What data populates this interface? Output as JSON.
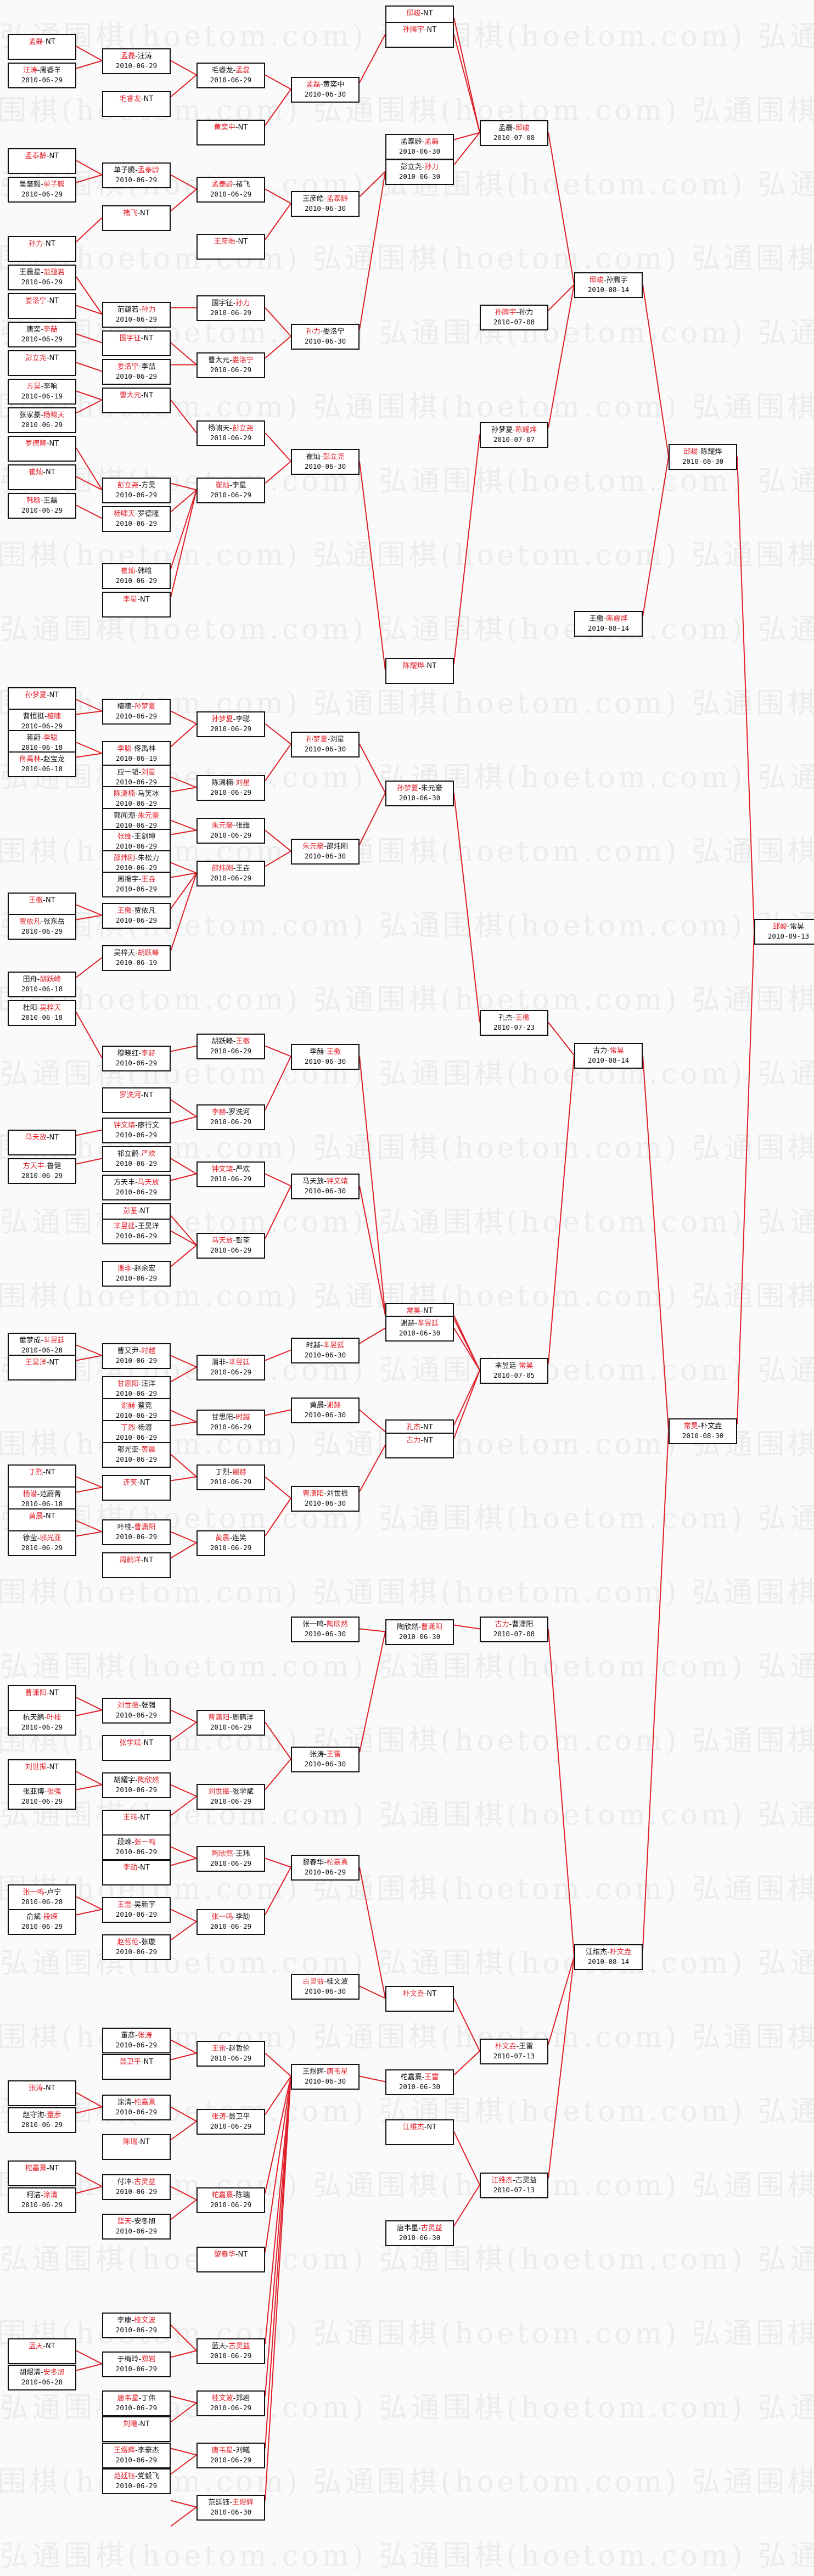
{
  "watermark": "弘通围棋(hoetom.com)",
  "colors": {
    "winner": "#e0202a",
    "line": "#e0202a",
    "text": "#111111",
    "border": "#111111"
  },
  "matches": {
    "r1": [
      {
        "a": "孟磊",
        "b": "NT",
        "w": 0,
        "d": ""
      },
      {
        "a": "汪涛",
        "b": "周睿羊",
        "w": 0,
        "d": "2010-06-29"
      },
      {
        "a": "孟泰龄",
        "b": "NT",
        "w": 0,
        "d": ""
      },
      {
        "a": "吴肇毅",
        "b": "单子腾",
        "w": 1,
        "d": "2010-06-29"
      },
      {
        "a": "孙力",
        "b": "NT",
        "w": 0,
        "d": ""
      },
      {
        "a": "王晨星",
        "b": "范蕴若",
        "w": 1,
        "d": "2010-06-29"
      },
      {
        "a": "娄洛宁",
        "b": "NT",
        "w": 0,
        "d": ""
      },
      {
        "a": "唐奕",
        "b": "李喆",
        "w": 1,
        "d": "2010-06-29"
      },
      {
        "a": "彭立尧",
        "b": "NT",
        "w": 0,
        "d": ""
      },
      {
        "a": "方昊",
        "b": "李响",
        "w": 0,
        "d": "2010-06-19"
      },
      {
        "a": "张家豪",
        "b": "杨啸天",
        "w": 1,
        "d": "2010-06-29"
      },
      {
        "a": "罗德隆",
        "b": "NT",
        "w": 0,
        "d": ""
      },
      {
        "a": "崔灿",
        "b": "NT",
        "w": 0,
        "d": ""
      },
      {
        "a": "韩晗",
        "b": "王磊",
        "w": 0,
        "d": "2010-06-29"
      },
      {
        "a": "孙梦夏",
        "b": "NT",
        "w": 0,
        "d": ""
      },
      {
        "a": "曹恒挺",
        "b": "檀啸",
        "w": 1,
        "d": "2010-06-29"
      },
      {
        "a": "蒋蔚",
        "b": "李聪",
        "w": 1,
        "d": "2010-06-18"
      },
      {
        "a": "佟禹林",
        "b": "赵宝龙",
        "w": 0,
        "d": "2010-06-18"
      },
      {
        "a": "王檄",
        "b": "NT",
        "w": 0,
        "d": ""
      },
      {
        "a": "贾依凡",
        "b": "张东岳",
        "w": 0,
        "d": "2010-06-29"
      },
      {
        "a": "田舟",
        "b": "胡跃峰",
        "w": 1,
        "d": "2010-06-18"
      },
      {
        "a": "杜阳",
        "b": "吴梓天",
        "w": 1,
        "d": "2010-06-18"
      },
      {
        "a": "马天放",
        "b": "NT",
        "w": 0,
        "d": ""
      },
      {
        "a": "方天丰",
        "b": "鲁健",
        "w": 0,
        "d": "2010-06-29"
      },
      {
        "a": "童梦成",
        "b": "芈昱廷",
        "w": 1,
        "d": "2010-06-28"
      },
      {
        "a": "王昊洋",
        "b": "NT",
        "w": 0,
        "d": ""
      },
      {
        "a": "丁烈",
        "b": "NT",
        "w": 0,
        "d": ""
      },
      {
        "a": "杨潜",
        "b": "范蔚菁",
        "w": 0,
        "d": "2010-06-18"
      },
      {
        "a": "黄晨",
        "b": "NT",
        "w": 0,
        "d": ""
      },
      {
        "a": "徐莹",
        "b": "邬光亚",
        "w": 1,
        "d": "2010-06-29"
      },
      {
        "a": "曹潇阳",
        "b": "NT",
        "w": 0,
        "d": ""
      },
      {
        "a": "杭天鹏",
        "b": "叶桂",
        "w": 1,
        "d": "2010-06-29"
      },
      {
        "a": "刘世振",
        "b": "NT",
        "w": 0,
        "d": ""
      },
      {
        "a": "张亚博",
        "b": "张强",
        "w": 1,
        "d": "2010-06-29"
      },
      {
        "a": "张一鸣",
        "b": "卢宁",
        "w": 0,
        "d": "2010-06-28"
      },
      {
        "a": "俞斌",
        "b": "段嵘",
        "w": 1,
        "d": "2010-06-29"
      },
      {
        "a": "张涛",
        "b": "NT",
        "w": 0,
        "d": ""
      },
      {
        "a": "赵守洵",
        "b": "董彦",
        "w": 1,
        "d": "2010-06-29"
      },
      {
        "a": "柁嘉熹",
        "b": "NT",
        "w": 0,
        "d": ""
      },
      {
        "a": "柯洁",
        "b": "涂清",
        "w": 1,
        "d": "2010-06-29"
      },
      {
        "a": "蓝天",
        "b": "NT",
        "w": 0,
        "d": ""
      },
      {
        "a": "胡煜清",
        "b": "安冬旭",
        "w": 1,
        "d": "2010-06-28"
      }
    ],
    "r2": [
      {
        "a": "孟磊",
        "b": "汪涛",
        "w": 0,
        "d": "2010-06-29"
      },
      {
        "a": "毛睿龙",
        "b": "NT",
        "w": 0,
        "d": ""
      },
      {
        "a": "单子腾",
        "b": "孟泰龄",
        "w": 1,
        "d": "2010-06-29"
      },
      {
        "a": "褚飞",
        "b": "NT",
        "w": 0,
        "d": ""
      },
      {
        "a": "范蕴若",
        "b": "孙力",
        "w": 1,
        "d": "2010-06-29"
      },
      {
        "a": "国宇征",
        "b": "NT",
        "w": 0,
        "d": ""
      },
      {
        "a": "娄洛宁",
        "b": "李喆",
        "w": 0,
        "d": "2010-06-29"
      },
      {
        "a": "曹大元",
        "b": "NT",
        "w": 0,
        "d": ""
      },
      {
        "a": "彭立尧",
        "b": "方昊",
        "w": 0,
        "d": "2010-06-29"
      },
      {
        "a": "杨啸天",
        "b": "罗德隆",
        "w": 0,
        "d": "2010-06-29"
      },
      {
        "a": "崔灿",
        "b": "韩晗",
        "w": 0,
        "d": "2010-06-29"
      },
      {
        "a": "李星",
        "b": "NT",
        "w": 0,
        "d": ""
      },
      {
        "a": "檀啸",
        "b": "孙梦夏",
        "w": 1,
        "d": "2010-06-29"
      },
      {
        "a": "李聪",
        "b": "佟禹林",
        "w": 0,
        "d": "2010-06-19"
      },
      {
        "a": "应一韬",
        "b": "刘星",
        "w": 1,
        "d": "2010-06-29"
      },
      {
        "a": "陈潇楠",
        "b": "马笑冰",
        "w": 0,
        "d": "2010-06-29"
      },
      {
        "a": "郭闻潮",
        "b": "朱元豪",
        "w": 1,
        "d": "2010-06-29"
      },
      {
        "a": "张维",
        "b": "王剑坤",
        "w": 0,
        "d": "2010-06-29"
      },
      {
        "a": "邵炜刚",
        "b": "朱松力",
        "w": 0,
        "d": "2010-06-29"
      },
      {
        "a": "周振宇",
        "b": "王垚",
        "w": 1,
        "d": "2010-06-29"
      },
      {
        "a": "王檄",
        "b": "贾依凡",
        "w": 0,
        "d": "2010-06-29"
      },
      {
        "a": "吴梓天",
        "b": "胡跃峰",
        "w": 1,
        "d": "2010-06-19"
      },
      {
        "a": "穆晓红",
        "b": "李赫",
        "w": 1,
        "d": "2010-06-29"
      },
      {
        "a": "罗洗河",
        "b": "NT",
        "w": 0,
        "d": ""
      },
      {
        "a": "钟文靖",
        "b": "廖行文",
        "w": 0,
        "d": "2010-06-29"
      },
      {
        "a": "祁立鹤",
        "b": "严欢",
        "w": 1,
        "d": "2010-06-29"
      },
      {
        "a": "方天丰",
        "b": "马天放",
        "w": 1,
        "d": "2010-06-29"
      },
      {
        "a": "彭荃",
        "b": "NT",
        "w": 0,
        "d": ""
      },
      {
        "a": "芈昱廷",
        "b": "王昊洋",
        "w": 0,
        "d": "2010-06-29"
      },
      {
        "a": "潘非",
        "b": "赵余宏",
        "w": 0,
        "d": "2010-06-29"
      },
      {
        "a": "曹又尹",
        "b": "时越",
        "w": 1,
        "d": "2010-06-29"
      },
      {
        "a": "甘思阳",
        "b": "汪洋",
        "w": 0,
        "d": "2010-06-29"
      },
      {
        "a": "谢赫",
        "b": "蔡竞",
        "w": 0,
        "d": "2010-06-29"
      },
      {
        "a": "丁烈",
        "b": "杨潜",
        "w": 0,
        "d": "2010-06-29"
      },
      {
        "a": "邬光亚",
        "b": "黄晨",
        "w": 1,
        "d": "2010-06-29"
      },
      {
        "a": "连笑",
        "b": "NT",
        "w": 0,
        "d": ""
      },
      {
        "a": "叶桂",
        "b": "曹潇阳",
        "w": 1,
        "d": "2010-06-29"
      },
      {
        "a": "周鹤洋",
        "b": "NT",
        "w": 0,
        "d": ""
      },
      {
        "a": "刘世振",
        "b": "张强",
        "w": 0,
        "d": "2010-06-29"
      },
      {
        "a": "张学斌",
        "b": "NT",
        "w": 0,
        "d": ""
      },
      {
        "a": "胡耀宇",
        "b": "陶欣然",
        "w": 1,
        "d": "2010-06-29"
      },
      {
        "a": "王玮",
        "b": "NT",
        "w": 0,
        "d": ""
      },
      {
        "a": "段嵘",
        "b": "张一鸣",
        "w": 1,
        "d": "2010-06-29"
      },
      {
        "a": "李劼",
        "b": "NT",
        "w": 0,
        "d": ""
      },
      {
        "a": "王雷",
        "b": "吴新宇",
        "w": 0,
        "d": "2010-06-29"
      },
      {
        "a": "赵哲伦",
        "b": "张璇",
        "w": 0,
        "d": "2010-06-29"
      },
      {
        "a": "董彦",
        "b": "张涛",
        "w": 1,
        "d": "2010-06-29"
      },
      {
        "a": "聂卫平",
        "b": "NT",
        "w": 0,
        "d": ""
      },
      {
        "a": "涂清",
        "b": "柁嘉熹",
        "w": 1,
        "d": "2010-06-29"
      },
      {
        "a": "陈瑞",
        "b": "NT",
        "w": 0,
        "d": ""
      },
      {
        "a": "付冲",
        "b": "古灵益",
        "w": 1,
        "d": "2010-06-29"
      },
      {
        "a": "蓝天",
        "b": "安冬旭",
        "w": 0,
        "d": "2010-06-29"
      },
      {
        "a": "李康",
        "b": "桂文波",
        "w": 1,
        "d": "2010-06-29"
      },
      {
        "a": "于梅玲",
        "b": "郑岩",
        "w": 1,
        "d": "2010-06-29"
      },
      {
        "a": "唐韦星",
        "b": "丁伟",
        "w": 0,
        "d": "2010-06-29"
      },
      {
        "a": "刘曦",
        "b": "NT",
        "w": 0,
        "d": ""
      },
      {
        "a": "王煜辉",
        "b": "李豪杰",
        "w": 0,
        "d": "2010-06-29"
      },
      {
        "a": "范廷钰",
        "b": "党毅飞",
        "w": 0,
        "d": "2010-06-29"
      }
    ],
    "r3": [
      {
        "a": "毛睿龙",
        "b": "孟磊",
        "w": 1,
        "d": "2010-06-29"
      },
      {
        "a": "黄奕中",
        "b": "NT",
        "w": 0,
        "d": ""
      },
      {
        "a": "孟泰龄",
        "b": "褚飞",
        "w": 0,
        "d": "2010-06-29"
      },
      {
        "a": "王彦皓",
        "b": "NT",
        "w": 0,
        "d": ""
      },
      {
        "a": "国宇征",
        "b": "孙力",
        "w": 1,
        "d": "2010-06-29"
      },
      {
        "a": "曹大元",
        "b": "娄洛宁",
        "w": 1,
        "d": "2010-06-29"
      },
      {
        "a": "杨啸天",
        "b": "彭立尧",
        "w": 1,
        "d": "2010-06-29"
      },
      {
        "a": "崔灿",
        "b": "李星",
        "w": 0,
        "d": "2010-06-29"
      },
      {
        "a": "孙梦夏",
        "b": "李聪",
        "w": 0,
        "d": "2010-06-29"
      },
      {
        "a": "陈潇楠",
        "b": "刘星",
        "w": 1,
        "d": "2010-06-29"
      },
      {
        "a": "朱元豪",
        "b": "张维",
        "w": 0,
        "d": "2010-06-29"
      },
      {
        "a": "邵炜刚",
        "b": "王垚",
        "w": 0,
        "d": "2010-06-29"
      },
      {
        "a": "胡跃峰",
        "b": "王檄",
        "w": 1,
        "d": "2010-06-29"
      },
      {
        "a": "李赫",
        "b": "罗洗河",
        "w": 0,
        "d": "2010-06-29"
      },
      {
        "a": "钟文靖",
        "b": "严欢",
        "w": 0,
        "d": "2010-06-29"
      },
      {
        "a": "马天放",
        "b": "彭荃",
        "w": 0,
        "d": "2010-06-29"
      },
      {
        "a": "潘非",
        "b": "芈昱廷",
        "w": 1,
        "d": "2010-06-29"
      },
      {
        "a": "甘思阳",
        "b": "时越",
        "w": 1,
        "d": "2010-06-29"
      },
      {
        "a": "丁烈",
        "b": "谢赫",
        "w": 1,
        "d": "2010-06-29"
      },
      {
        "a": "黄晨",
        "b": "连笑",
        "w": 0,
        "d": "2010-06-29"
      },
      {
        "a": "曹潇阳",
        "b": "周鹤洋",
        "w": 0,
        "d": "2010-06-29"
      },
      {
        "a": "刘世振",
        "b": "张学斌",
        "w": 0,
        "d": "2010-06-29"
      },
      {
        "a": "陶欣然",
        "b": "王玮",
        "w": 0,
        "d": "2010-06-29"
      },
      {
        "a": "张一鸣",
        "b": "李劼",
        "w": 0,
        "d": "2010-06-29"
      },
      {
        "a": "王雷",
        "b": "赵哲伦",
        "w": 0,
        "d": "2010-06-29"
      },
      {
        "a": "张涛",
        "b": "聂卫平",
        "w": 0,
        "d": "2010-06-29"
      },
      {
        "a": "柁嘉熹",
        "b": "陈瑞",
        "w": 0,
        "d": "2010-06-29"
      },
      {
        "a": "黎春华",
        "b": "NT",
        "w": 0,
        "d": ""
      },
      {
        "a": "蓝天",
        "b": "古灵益",
        "w": 1,
        "d": "2010-06-29"
      },
      {
        "a": "桂文波",
        "b": "郑岩",
        "w": 0,
        "d": "2010-06-29"
      },
      {
        "a": "唐韦星",
        "b": "刘曦",
        "w": 0,
        "d": "2010-06-29"
      },
      {
        "a": "范廷钰",
        "b": "王煜辉",
        "w": 1,
        "d": "2010-06-30"
      }
    ],
    "r4": [
      {
        "a": "孟磊",
        "b": "黄奕中",
        "w": 0,
        "d": "2010-06-30"
      },
      {
        "a": "王彦皓",
        "b": "孟泰龄",
        "w": 1,
        "d": "2010-06-30"
      },
      {
        "a": "孙力",
        "b": "娄洛宁",
        "w": 0,
        "d": "2010-06-30"
      },
      {
        "a": "崔灿",
        "b": "彭立尧",
        "w": 1,
        "d": "2010-06-30"
      },
      {
        "a": "孙梦夏",
        "b": "刘星",
        "w": 0,
        "d": "2010-06-30"
      },
      {
        "a": "朱元豪",
        "b": "邵炜刚",
        "w": 0,
        "d": "2010-06-30"
      },
      {
        "a": "李赫",
        "b": "王檄",
        "w": 1,
        "d": "2010-06-30"
      },
      {
        "a": "马天放",
        "b": "钟文靖",
        "w": 1,
        "d": "2010-06-30"
      },
      {
        "a": "时越",
        "b": "芈昱廷",
        "w": 1,
        "d": "2010-06-30"
      },
      {
        "a": "黄晨",
        "b": "谢赫",
        "w": 1,
        "d": "2010-06-30"
      },
      {
        "a": "曹潇阳",
        "b": "刘世振",
        "w": 0,
        "d": "2010-06-30"
      },
      {
        "a": "张一鸣",
        "b": "陶欣然",
        "w": 1,
        "d": "2010-06-30"
      },
      {
        "a": "张涛",
        "b": "王雷",
        "w": 1,
        "d": "2010-06-30"
      },
      {
        "a": "黎春华",
        "b": "柁嘉熹",
        "w": 1,
        "d": "2010-06-29"
      },
      {
        "a": "古灵益",
        "b": "桂文波",
        "w": 0,
        "d": "2010-06-30"
      },
      {
        "a": "王煜辉",
        "b": "唐韦星",
        "w": 1,
        "d": "2010-06-30"
      }
    ],
    "r5": [
      {
        "a": "邱峻",
        "b": "NT",
        "w": 0,
        "d": ""
      },
      {
        "a": "孟泰龄",
        "b": "孟磊",
        "w": 1,
        "d": "2010-06-30"
      },
      {
        "a": "孙腾宇",
        "b": "NT",
        "w": 0,
        "d": ""
      },
      {
        "a": "彭立尧",
        "b": "孙力",
        "w": 1,
        "d": "2010-06-30"
      },
      {
        "a": "陈耀烨",
        "b": "NT",
        "w": 0,
        "d": ""
      },
      {
        "a": "孙梦夏",
        "b": "朱元豪",
        "w": 0,
        "d": "2010-06-30"
      },
      {
        "a": "钟文靖",
        "b": "王檄",
        "w": 1,
        "d": "2010-06-30"
      },
      {
        "a": "孔杰",
        "b": "NT",
        "w": 0,
        "d": ""
      },
      {
        "a": "常昊",
        "b": "NT",
        "w": 0,
        "d": ""
      },
      {
        "a": "谢赫",
        "b": "芈昱廷",
        "w": 1,
        "d": "2010-06-30"
      },
      {
        "a": "古力",
        "b": "NT",
        "w": 0,
        "d": ""
      },
      {
        "a": "陶欣然",
        "b": "曹潇阳",
        "w": 1,
        "d": "2010-06-30"
      },
      {
        "a": "朴文垚",
        "b": "NT",
        "w": 0,
        "d": ""
      },
      {
        "a": "柁嘉熹",
        "b": "王雷",
        "w": 1,
        "d": "2010-06-30"
      },
      {
        "a": "江维杰",
        "b": "NT",
        "w": 0,
        "d": ""
      },
      {
        "a": "唐韦星",
        "b": "古灵益",
        "w": 1,
        "d": "2010-06-30"
      }
    ],
    "r6": [
      {
        "a": "孟磊",
        "b": "邱峻",
        "w": 1,
        "d": "2010-07-08"
      },
      {
        "a": "孙腾宇",
        "b": "孙力",
        "w": 0,
        "d": "2010-07-08"
      },
      {
        "a": "孙梦夏",
        "b": "陈耀烨",
        "w": 1,
        "d": "2010-07-07"
      },
      {
        "a": "孔杰",
        "b": "王檄",
        "w": 1,
        "d": "2010-07-23"
      },
      {
        "a": "芈昱廷",
        "b": "常昊",
        "w": 1,
        "d": "2010-07-05"
      },
      {
        "a": "古力",
        "b": "曹潇阳",
        "w": 0,
        "d": "2010-07-08"
      },
      {
        "a": "朴文垚",
        "b": "王雷",
        "w": 0,
        "d": "2010-07-13"
      },
      {
        "a": "江维杰",
        "b": "古灵益",
        "w": 0,
        "d": "2010-07-13"
      }
    ],
    "r7": [
      {
        "a": "邱峻",
        "b": "孙腾宇",
        "w": 0,
        "d": "2010-08-14"
      },
      {
        "a": "王檄",
        "b": "陈耀烨",
        "w": 1,
        "d": "2010-08-14"
      },
      {
        "a": "古力",
        "b": "常昊",
        "w": 1,
        "d": "2010-08-14"
      },
      {
        "a": "江维杰",
        "b": "朴文垚",
        "w": 1,
        "d": "2010-08-14"
      }
    ],
    "r8": [
      {
        "a": "邱峻",
        "b": "陈耀烨",
        "w": 0,
        "d": "2010-08-30"
      },
      {
        "a": "常昊",
        "b": "朴文垚",
        "w": 0,
        "d": "2010-08-30"
      }
    ],
    "r9": [
      {
        "a": "邱峻",
        "b": "常昊",
        "w": 0,
        "d": "2010-09-13"
      }
    ]
  }
}
